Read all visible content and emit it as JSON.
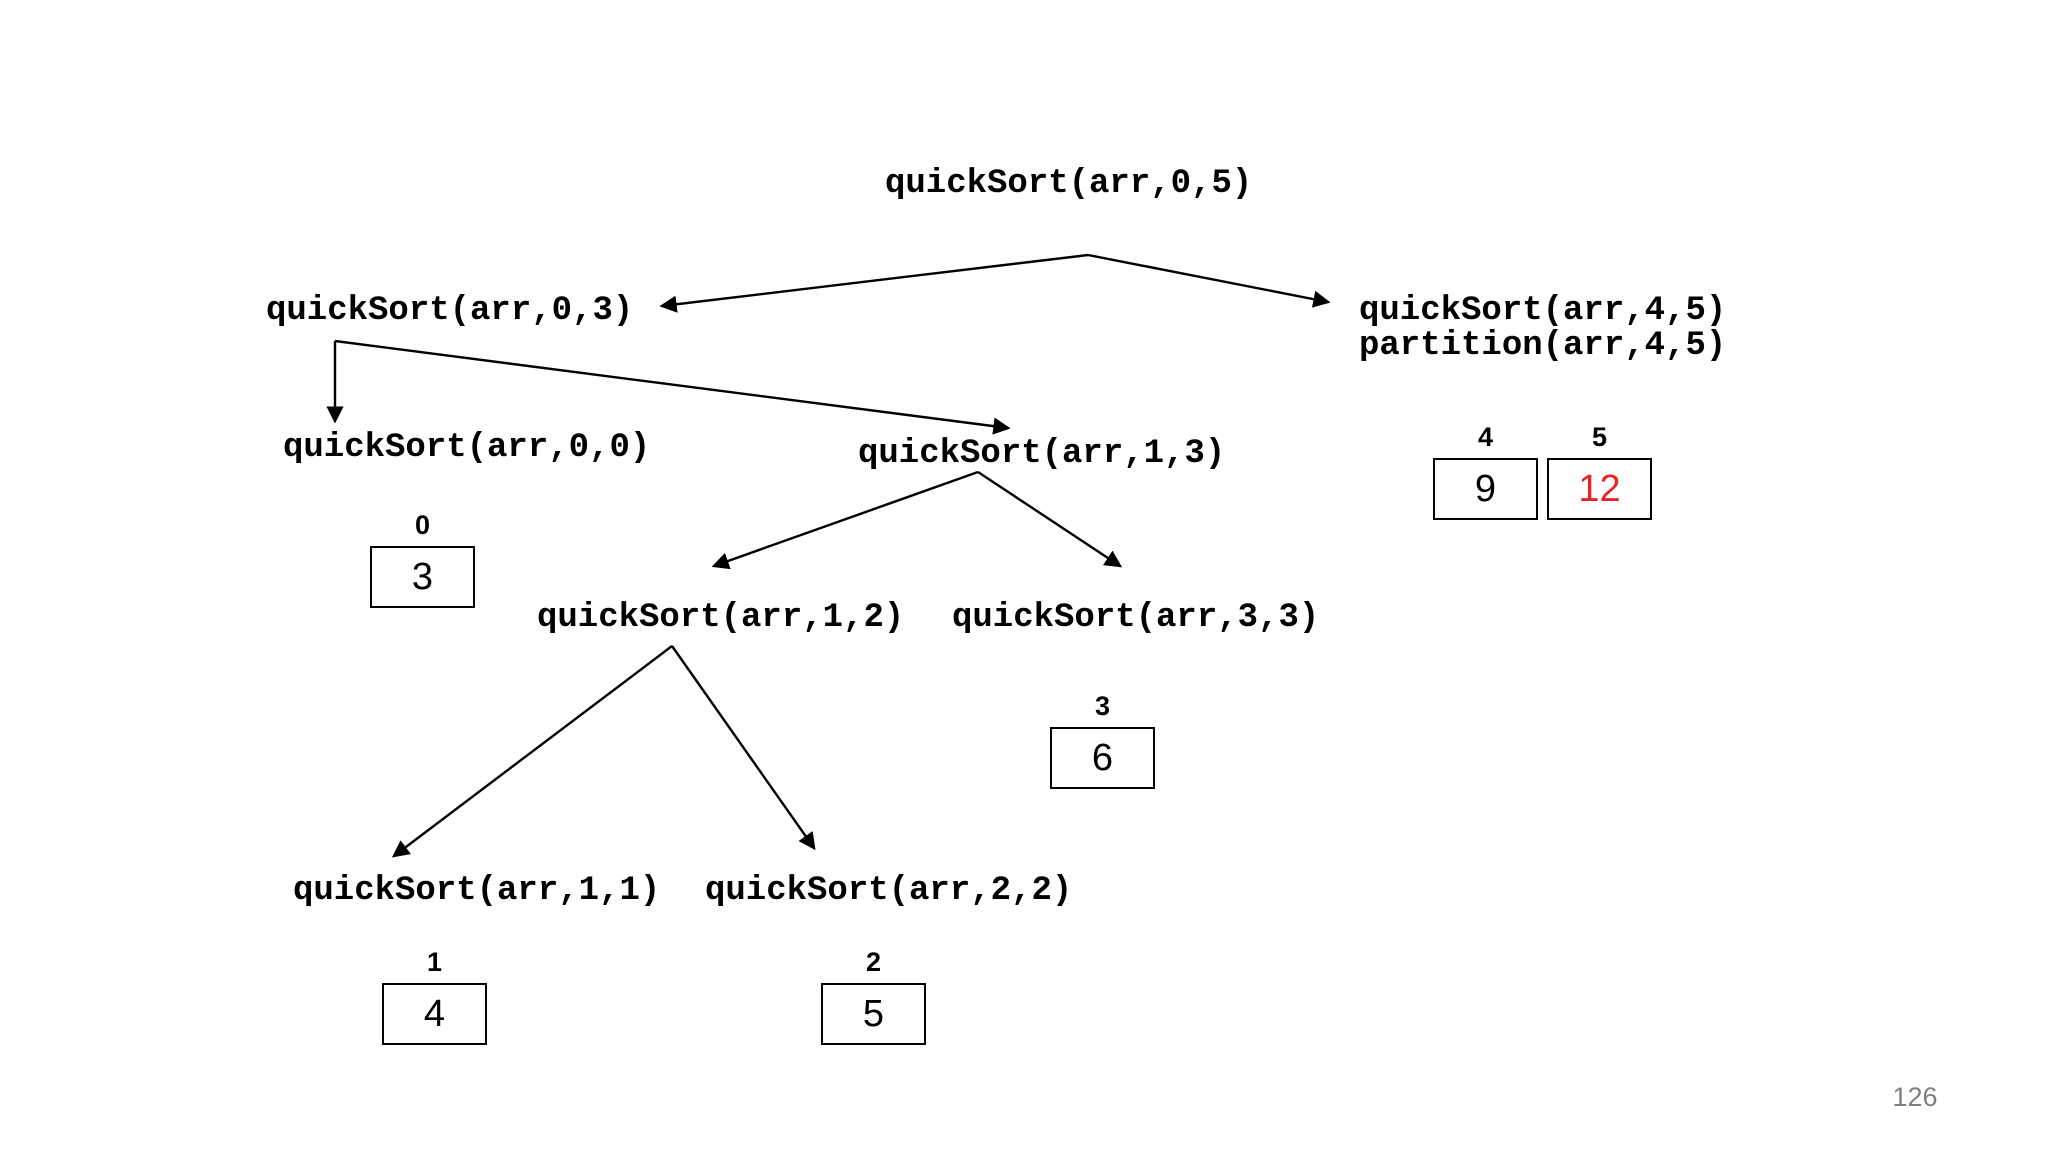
{
  "slide": {
    "background": "#ffffff",
    "page_number": "126"
  },
  "colors": {
    "edge": "#000000",
    "text": "#000000",
    "highlight_value": "#e8232a",
    "page_number": "#7f7f7f"
  },
  "tree": {
    "description": "quickSort recursion tree",
    "nodes": {
      "qs05": "quickSort(arr,0,5)",
      "qs03": "quickSort(arr,0,3)",
      "qs45": "quickSort(arr,4,5)",
      "part45": "partition(arr,4,5)",
      "qs00": "quickSort(arr,0,0)",
      "qs13": "quickSort(arr,1,3)",
      "qs12": "quickSort(arr,1,2)",
      "qs33": "quickSort(arr,3,3)",
      "qs11": "quickSort(arr,1,1)",
      "qs22": "quickSort(arr,2,2)"
    },
    "edges": [
      {
        "from": "qs05",
        "to": "qs03"
      },
      {
        "from": "qs05",
        "to": "qs45"
      },
      {
        "from": "qs03",
        "to": "qs00"
      },
      {
        "from": "qs03",
        "to": "qs13"
      },
      {
        "from": "qs13",
        "to": "qs12"
      },
      {
        "from": "qs13",
        "to": "qs33"
      },
      {
        "from": "qs12",
        "to": "qs11"
      },
      {
        "from": "qs12",
        "to": "qs22"
      }
    ]
  },
  "array_cells": {
    "c0": {
      "index": "0",
      "value": "3",
      "value_color": "#000000"
    },
    "c1": {
      "index": "1",
      "value": "4",
      "value_color": "#000000"
    },
    "c2": {
      "index": "2",
      "value": "5",
      "value_color": "#000000"
    },
    "c3": {
      "index": "3",
      "value": "6",
      "value_color": "#000000"
    },
    "c4": {
      "index": "4",
      "value": "9",
      "value_color": "#000000"
    },
    "c5": {
      "index": "5",
      "value": "12",
      "value_color": "#e8232a"
    }
  }
}
